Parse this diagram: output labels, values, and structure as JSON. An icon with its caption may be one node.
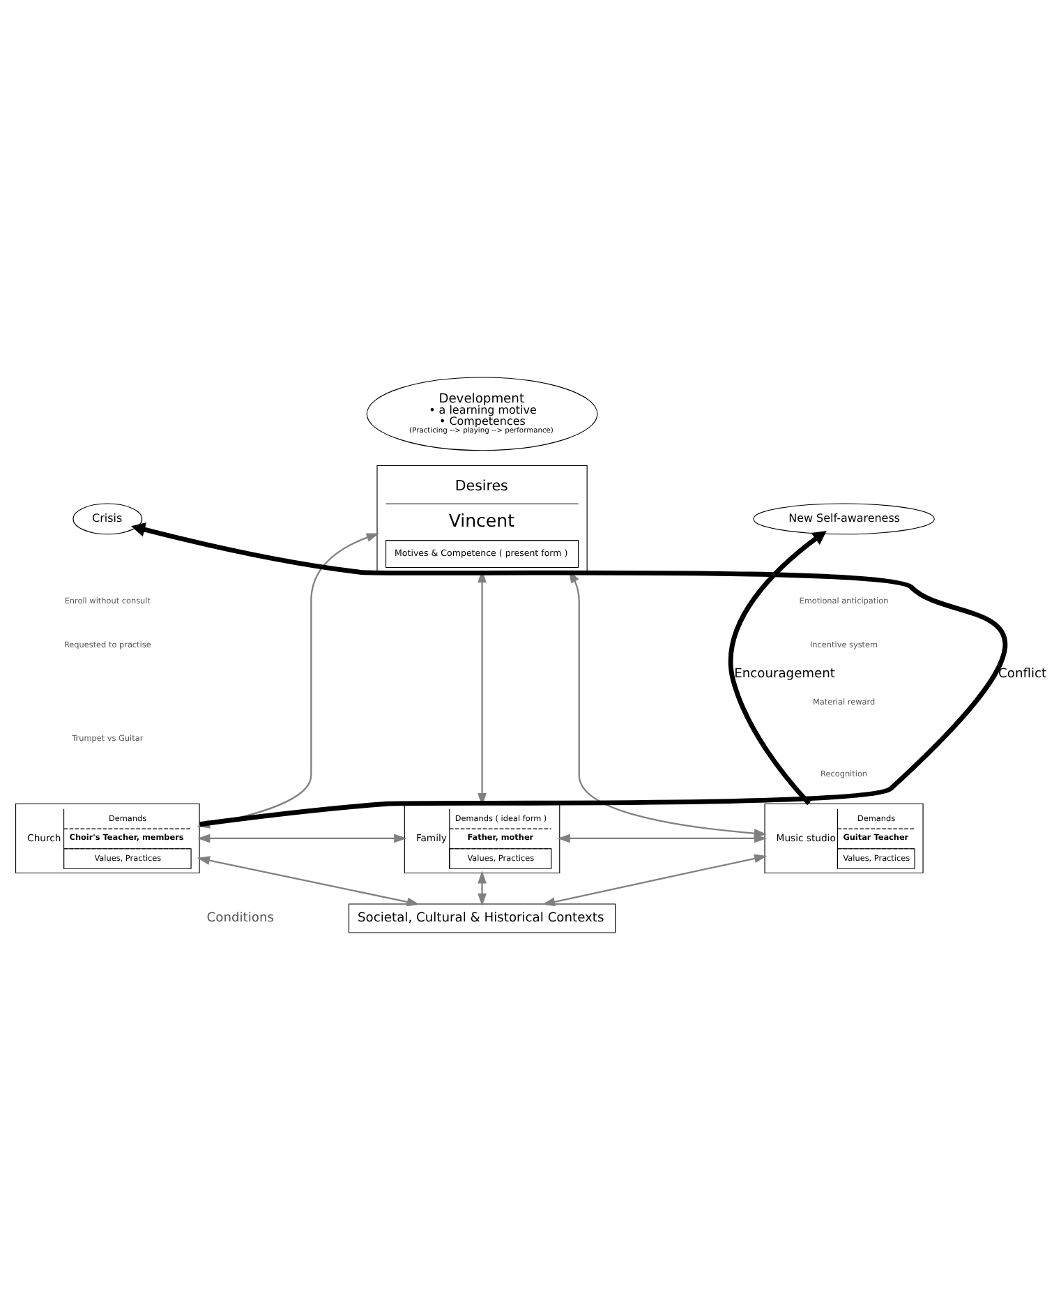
{
  "diagram": {
    "nodes": [
      {
        "text": [
          "Development",
          "• a learning motive",
          "• Competences",
          "(Practicing --> playing --> performance)"
        ]
      },
      {
        "text": [
          "Desires",
          "Vincent",
          "Motives & Competence ( present form )"
        ]
      },
      {
        "text": [
          "Crisis"
        ]
      },
      {
        "text": [
          "New Self-awareness"
        ]
      },
      {
        "text": [
          "Church",
          "Demands",
          "Choir's Teacher, members",
          "Values, Practices"
        ]
      },
      {
        "text": [
          "Family",
          "Demands ( ideal form )",
          "Father, mother",
          "Values, Practices"
        ]
      },
      {
        "text": [
          "Music studio",
          "Demands",
          "Guitar Teacher",
          "Values, Practices"
        ]
      },
      {
        "text": [
          "Societal, Cultural & Historical Contexts"
        ]
      }
    ],
    "edges": [
      {
        "from": 1,
        "to": 4,
        "arrow": "both"
      },
      {
        "from": 1,
        "to": 5,
        "arrow": "both"
      },
      {
        "from": 1,
        "to": 6,
        "arrow": "both"
      },
      {
        "from": 4,
        "to": 5,
        "arrow": "both"
      },
      {
        "from": 5,
        "to": 6,
        "arrow": "both"
      },
      {
        "from": 4,
        "to": 7,
        "arrow": "both"
      },
      {
        "from": 5,
        "to": 7,
        "arrow": "both"
      },
      {
        "from": 6,
        "to": 7,
        "arrow": "both"
      },
      {
        "from": 4,
        "to": 2,
        "arrow": "to",
        "label": "Conflict",
        "style": "thick",
        "color": "#000000"
      },
      {
        "from": 6,
        "to": 3,
        "arrow": "to",
        "label": "Encouragement",
        "style": "thick",
        "color": "#000000"
      }
    ],
    "labels": [
      "Enroll without consult",
      "Requested to practise",
      "Trumpet vs Guitar",
      "Emotional anticipation",
      "Incentive system",
      "Material reward",
      "Recognition",
      "Conditions"
    ]
  }
}
